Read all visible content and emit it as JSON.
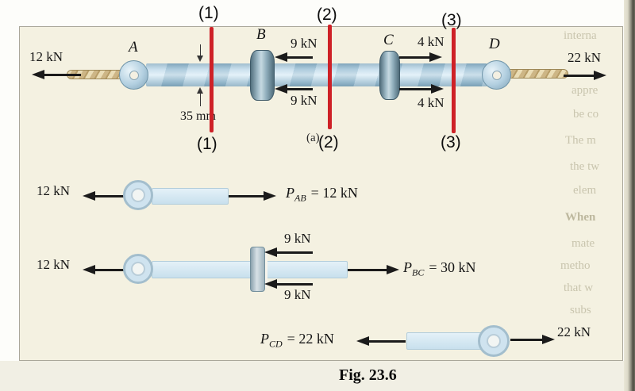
{
  "colors": {
    "accent-red": "#ce2127",
    "bar-blue": "#bcd8e8",
    "page-cream": "#f4f1e1",
    "ink": "#1b1b1b"
  },
  "figure": {
    "caption": "Fig. 23.6",
    "subfigure_label": "(a)",
    "dimension_label": "35 mm",
    "cuts": {
      "c1": "(1)",
      "c2": "(2)",
      "c3": "(3)"
    },
    "assembly": {
      "label_a": "A",
      "label_b": "B",
      "label_c": "C",
      "label_d": "D",
      "force_left": "12 kN",
      "force_b_top": "9 kN",
      "force_b_bottom": "9 kN",
      "force_c_top": "4 kN",
      "force_c_bottom": "4 kN",
      "force_right": "22 kN"
    },
    "fbd_ab": {
      "force_left": "12 kN",
      "p": "P",
      "sub": "AB",
      "eq": "= 12 kN"
    },
    "fbd_bc": {
      "force_left": "12 kN",
      "force_top": "9 kN",
      "force_bottom": "9 kN",
      "p": "P",
      "sub": "BC",
      "eq": "= 30 kN"
    },
    "fbd_cd": {
      "p": "P",
      "sub": "CD",
      "eq": "= 22 kN",
      "force_right": "22 kN"
    }
  },
  "ghost_text": [
    "interna",
    "appre",
    "be co",
    "The m",
    "the tw",
    "elem",
    "When",
    "mate",
    "metho",
    "that w",
    "subs"
  ]
}
